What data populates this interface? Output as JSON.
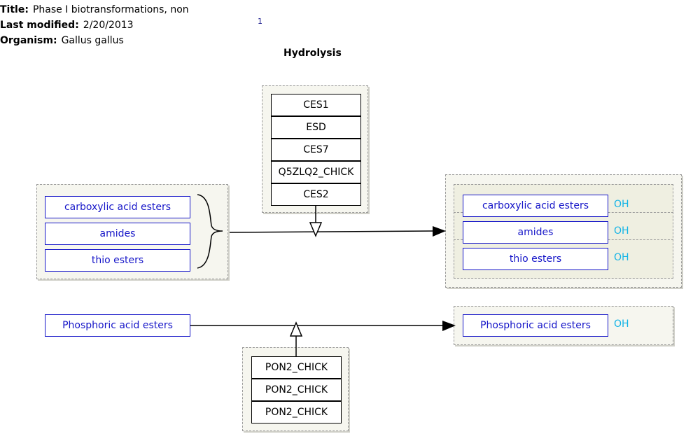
{
  "header": {
    "title_label": "Title:",
    "title_value": "Phase I biotransformations, non",
    "modified_label": "Last modified:",
    "modified_value": "2/20/2013",
    "organism_label": "Organism:",
    "organism_value": "Gallus gallus",
    "footnote": "1"
  },
  "diagram": {
    "title": "Hydrolysis",
    "substrates": [
      "carboxylic acid esters",
      "amides",
      "thio esters"
    ],
    "hydrolysis_enzymes": [
      "CES1",
      "ESD",
      "CES7",
      "Q5ZLQ2_CHICK",
      "CES2"
    ],
    "products": [
      "carboxylic acid esters",
      "amides",
      "thio esters"
    ],
    "product_suffix": "OH",
    "phosphoric_substrate": "Phosphoric acid esters",
    "phosphoric_product": "Phosphoric acid esters",
    "phosphoric_enzymes": [
      "PON2_CHICK",
      "PON2_CHICK",
      "PON2_CHICK"
    ]
  },
  "colors": {
    "metabolite": "#1515c8",
    "product_suffix": "#15b4e6",
    "group_fill": "#f6f6ef"
  }
}
